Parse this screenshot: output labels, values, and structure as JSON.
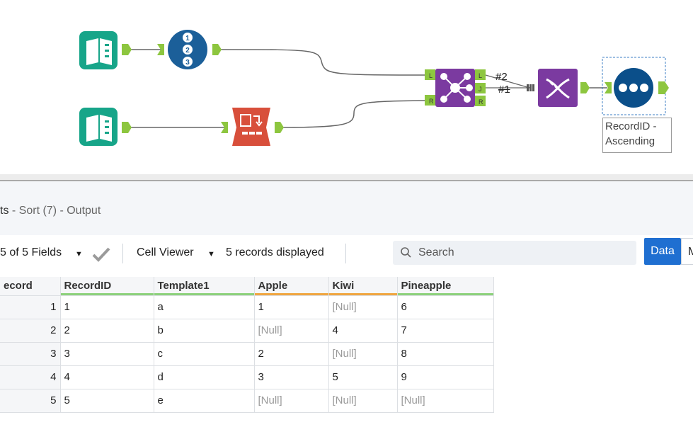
{
  "workflow": {
    "connection_labels": [
      "#2",
      "#1"
    ],
    "anchor_labels": {
      "join_left_in": "L",
      "join_right_in": "R",
      "join_left_out": "L",
      "join_join_out": "J",
      "join_right_out": "R"
    },
    "annotation": [
      "RecordID -",
      "Ascending"
    ],
    "colors": {
      "input": "#17a589",
      "record_id": "#1b5f99",
      "text_input": "#d84f3b",
      "join": "#7b3aa0",
      "sort": "#0b4f8a",
      "anchor": "#8dc63f"
    }
  },
  "results": {
    "title": "ts",
    "subtitle": " - Sort (7) - Output",
    "fields_label": "5 of 5 Fields",
    "cell_viewer_label": "Cell Viewer",
    "records_label": "5 records displayed",
    "search_placeholder": "Search",
    "data_button": "Data",
    "meta_button": "M"
  },
  "table": {
    "columns": [
      "ecord",
      "RecordID",
      "Template1",
      "Apple",
      "Kiwi",
      "Pineapple"
    ],
    "underline_colors": [
      "",
      "#8dd17c",
      "#8dd17c",
      "#f0a640",
      "#f0a640",
      "#8dd17c"
    ],
    "rows": [
      [
        "1",
        "1",
        "a",
        "1",
        "[Null]",
        "6"
      ],
      [
        "2",
        "2",
        "b",
        "[Null]",
        "4",
        "7"
      ],
      [
        "3",
        "3",
        "c",
        "2",
        "[Null]",
        "8"
      ],
      [
        "4",
        "4",
        "d",
        "3",
        "5",
        "9"
      ],
      [
        "5",
        "5",
        "e",
        "[Null]",
        "[Null]",
        "[Null]"
      ]
    ]
  }
}
